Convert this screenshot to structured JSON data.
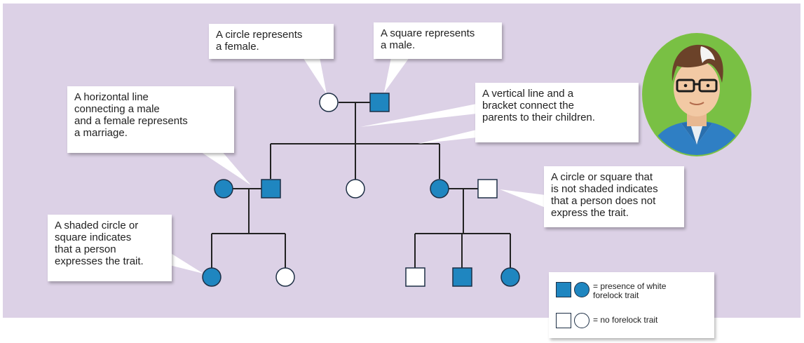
{
  "colors": {
    "panel_background": "#dcd1e6",
    "affected_fill": "#1f86c0",
    "unaffected_fill": "#ffffff",
    "symbol_stroke": "#1d2f45",
    "line": "#222222",
    "avatar_frame": "#7bc143"
  },
  "callouts": {
    "circle_female": "A circle represents\na female.",
    "square_male": "A square represents\na male.",
    "horizontal_line": "A horizontal line\nconnecting a male\nand a female represents\na marriage.",
    "vertical_line": "A vertical line and a\nbracket connect the\nparents to their children.",
    "not_shaded": "A circle or square that\nis not shaded indicates\nthat a person does not\nexpress the trait.",
    "shaded": "A shaded circle or\nsquare indicates\nthat a person\nexpresses the trait."
  },
  "legend": {
    "affected_label": "= presence of white\nforelock trait",
    "unaffected_label": "= no forelock trait"
  },
  "pedigree": {
    "generation_1": [
      {
        "sex": "female",
        "affected": false
      },
      {
        "sex": "male",
        "affected": true
      }
    ],
    "generation_2": [
      {
        "sex": "female",
        "affected": true,
        "note": "spouse"
      },
      {
        "sex": "male",
        "affected": true,
        "note": "child"
      },
      {
        "sex": "female",
        "affected": false,
        "note": "child"
      },
      {
        "sex": "female",
        "affected": true,
        "note": "child"
      },
      {
        "sex": "male",
        "affected": false,
        "note": "spouse"
      }
    ],
    "generation_3": [
      {
        "sex": "female",
        "affected": true,
        "family": "left"
      },
      {
        "sex": "female",
        "affected": false,
        "family": "left"
      },
      {
        "sex": "male",
        "affected": false,
        "family": "right"
      },
      {
        "sex": "male",
        "affected": true,
        "family": "right"
      },
      {
        "sex": "female",
        "affected": true,
        "family": "right"
      }
    ]
  },
  "avatar": {
    "icon": "man-with-white-forelock-avatar"
  }
}
